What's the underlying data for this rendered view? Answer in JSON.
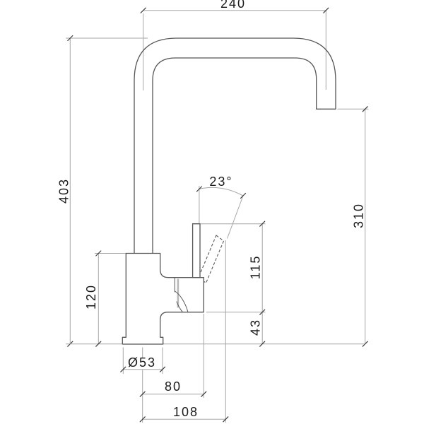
{
  "colors": {
    "background": "#ffffff",
    "faucet_outline": "#565656",
    "dimension_lines": "#a6a6a6",
    "text": "#1b1b1b"
  },
  "dimensions": {
    "spout_reach": "240",
    "overall_height": "403",
    "outlet_height": "310",
    "handle_angle": "23°",
    "handle_top_height": "115",
    "body_bottom_height": "43",
    "body_height": "120",
    "base_diameter": "Ø53",
    "body_front_offset": "80",
    "handle_tip_offset": "108"
  }
}
